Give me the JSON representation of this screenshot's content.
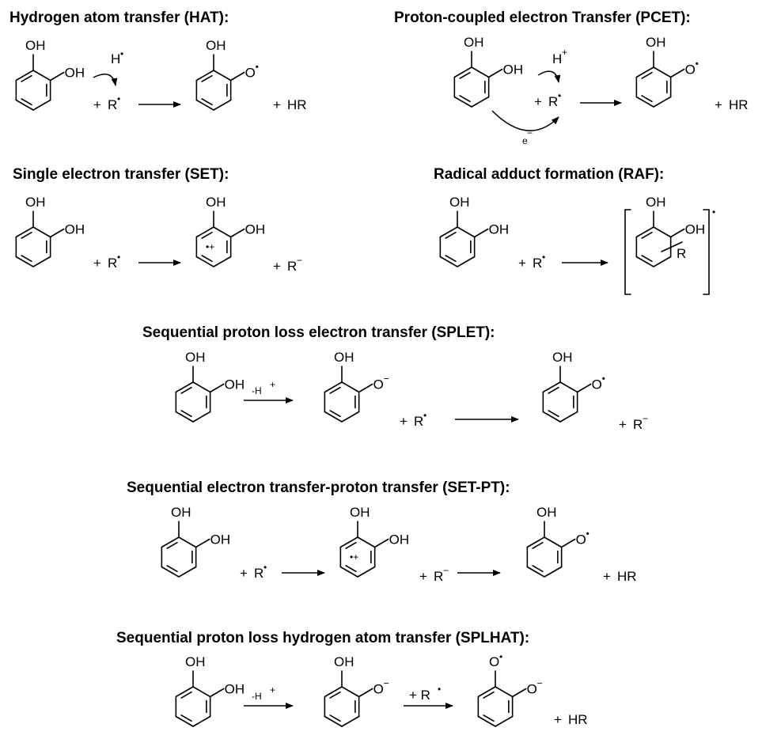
{
  "titles": {
    "hat": "Hydrogen atom transfer (HAT):",
    "pcet": "Proton-coupled electron Transfer (PCET):",
    "set": "Single electron transfer (SET):",
    "raf": "Radical adduct formation (RAF):",
    "splet": "Sequential proton loss electron transfer (SPLET):",
    "setpt": "Sequential electron transfer-proton transfer (SET-PT):",
    "splhat": "Sequential proton loss hydrogen atom transfer (SPLHAT):"
  },
  "labels": {
    "oh": "OH",
    "o": "O",
    "r": "R",
    "h": "H",
    "plus": "+",
    "hr": "HR",
    "e": "e",
    "minus": "−",
    "dot": "•",
    "plus_sign": "+",
    "radical_cation": "•+",
    "minus_h_plus": "-H",
    "plus_r": "+ R"
  }
}
